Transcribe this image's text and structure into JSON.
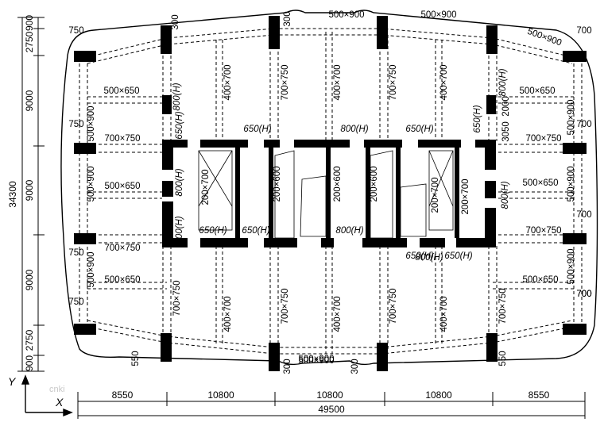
{
  "axes": {
    "y": "Y",
    "x": "X"
  },
  "watermark": "cnki",
  "bottom_dims": [
    "8550",
    "10800",
    "10800",
    "10800",
    "8550"
  ],
  "total_width": "49500",
  "left_dims": [
    "900",
    "2750",
    "9000",
    "9000",
    "9000",
    "2750",
    "900"
  ],
  "total_height": "34300",
  "beam_labels": [
    "500×900",
    "500×900",
    "500×900",
    "750",
    "300",
    "300",
    "700",
    "500×900",
    "500×650",
    "800(H)",
    "400×700",
    "700×750",
    "400×700",
    "700×750",
    "400×700",
    "800(H)",
    "500×650",
    "750",
    "500×900",
    "650(H)",
    "2000",
    "500×900",
    "700",
    "650(H)",
    "800(H)",
    "650(H)",
    "650(H)",
    "3050",
    "700×750",
    "700×750",
    "500×900",
    "500×650",
    "800(H)",
    "200×700",
    "200×600",
    "200×600",
    "200×600",
    "200×700",
    "200×700",
    "800(H)",
    "500×650",
    "500×900",
    "800(H)",
    "650(H)",
    "650(H)",
    "800(H)",
    "700",
    "700×750",
    "700×750",
    "800(H)",
    "750",
    "500×900",
    "650(H)",
    "650(H)",
    "500×900",
    "700",
    "500×650",
    "500×650",
    "750",
    "700×750",
    "400×700",
    "700×750",
    "400×700",
    "700×750",
    "400×700",
    "700×750",
    "700",
    "550",
    "300",
    "500×900",
    "300",
    "550"
  ]
}
